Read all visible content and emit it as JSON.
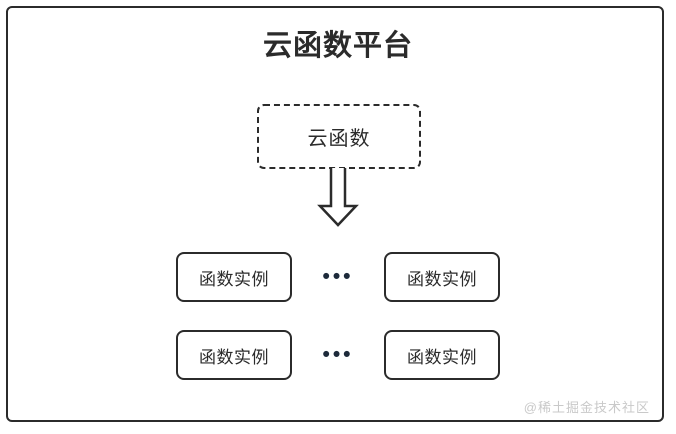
{
  "diagram": {
    "title": "云函数平台",
    "cloud_function": {
      "label": "云函数",
      "border_style": "dashed"
    },
    "arrow": {
      "name": "down-arrow",
      "direction": "down"
    },
    "instance_rows": [
      {
        "left": {
          "label": "函数实例"
        },
        "ellipsis": "•••",
        "right": {
          "label": "函数实例"
        }
      },
      {
        "left": {
          "label": "函数实例"
        },
        "ellipsis": "•••",
        "right": {
          "label": "函数实例"
        }
      }
    ],
    "watermark": "@稀土掘金技术社区",
    "colors": {
      "stroke": "#2b2b2b",
      "background": "#ffffff",
      "text": "#2b2b2b",
      "watermark": "#c9c9c9",
      "ellipsis": "#1d2a3a"
    }
  }
}
